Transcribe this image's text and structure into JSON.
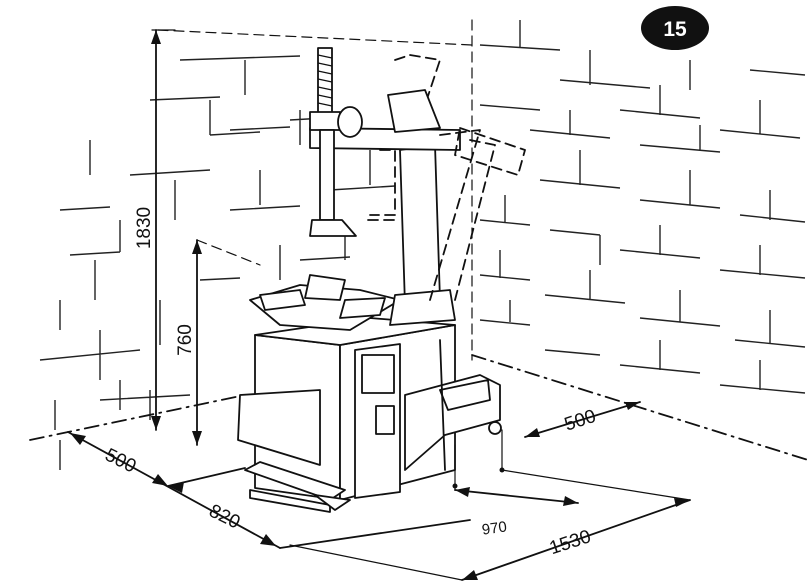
{
  "figure": {
    "badge": "15",
    "dimensions": {
      "height_total": "1830",
      "height_table": "760",
      "left_clearance": "500",
      "depth": "820",
      "pedal_depth": "970",
      "width_total": "1530",
      "right_clearance": "500"
    }
  }
}
